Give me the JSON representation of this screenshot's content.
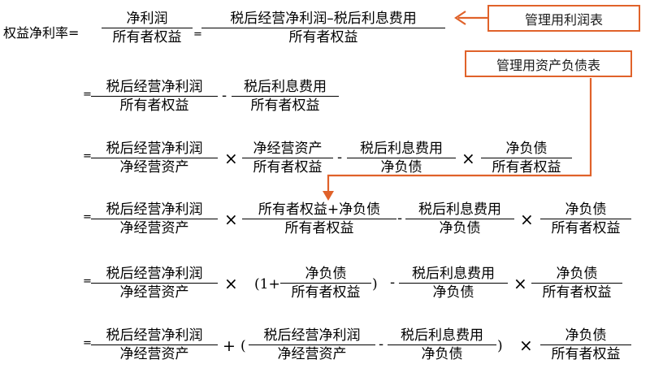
{
  "callouts": {
    "income_statement": "管理用利润表",
    "balance_sheet": "管理用资产负债表"
  },
  "colors": {
    "arrow": "#e0622a",
    "text": "#000000"
  },
  "row1": {
    "lhs": "权益净利率=",
    "f1": {
      "num": "净利润",
      "den": "所有者权益"
    },
    "eq": "=",
    "f2": {
      "num": "税后经营净利润–税后利息费用",
      "den": "所有者权益"
    }
  },
  "row2": {
    "eq": "=",
    "f1": {
      "num": "税后经营净利润",
      "den": "所有者权益"
    },
    "minus": "-",
    "f2": {
      "num": "税后利息费用",
      "den": "所有者权益"
    }
  },
  "row3": {
    "eq": "=",
    "f1": {
      "num": "税后经营净利润",
      "den": "净经营资产"
    },
    "times1": "×",
    "f2": {
      "num": "净经营资产",
      "den": "所有者权益"
    },
    "minus": "-",
    "f3": {
      "num": "税后利息费用",
      "den": "净负债"
    },
    "times2": "×",
    "f4": {
      "num": "净负债",
      "den": "所有者权益"
    }
  },
  "row4": {
    "eq": "=",
    "f1": {
      "num": "税后经营净利润",
      "den": "净经营资产"
    },
    "times1": "×",
    "f2": {
      "num": "所有者权益+净负债",
      "den": "所有者权益"
    },
    "minus": "-",
    "f3": {
      "num": "税后利息费用",
      "den": "净负债"
    },
    "times2": "×",
    "f4": {
      "num": "净负债",
      "den": "所有者权益"
    }
  },
  "row5": {
    "eq": "=",
    "f1": {
      "num": "税后经营净利润",
      "den": "净经营资产"
    },
    "times1": "×",
    "paren_open": "(1+",
    "f2": {
      "num": "净负债",
      "den": "所有者权益"
    },
    "paren_close": ")",
    "minus": "-",
    "f3": {
      "num": "税后利息费用",
      "den": "净负债"
    },
    "times2": "×",
    "f4": {
      "num": "净负债",
      "den": "所有者权益"
    }
  },
  "row6": {
    "eq": "=",
    "f1": {
      "num": "税后经营净利润",
      "den": "净经营资产"
    },
    "plus": "+",
    "paren_open": "(",
    "f2": {
      "num": "税后经营净利润",
      "den": "净经营资产"
    },
    "minus": "-",
    "f3": {
      "num": "税后利息费用",
      "den": "净负债"
    },
    "paren_close": ")",
    "times": "×",
    "f4": {
      "num": "净负债",
      "den": "所有者权益"
    }
  }
}
